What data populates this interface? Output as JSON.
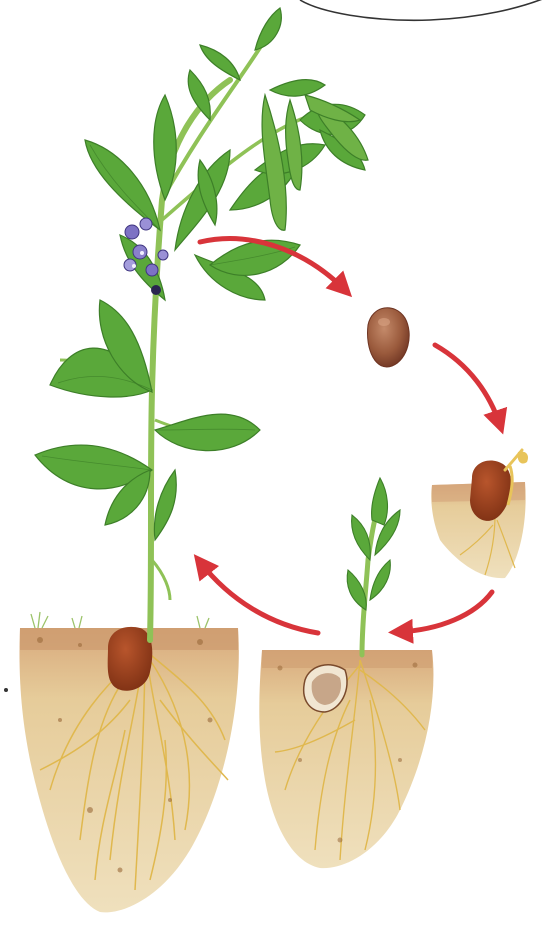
{
  "diagram": {
    "stages": [
      {
        "id": "mature-plant",
        "name": "mature-bean-plant"
      },
      {
        "id": "seed",
        "name": "bean-seed"
      },
      {
        "id": "germinating",
        "name": "germinating-seed"
      },
      {
        "id": "seedling",
        "name": "bean-seedling"
      }
    ],
    "colors": {
      "arrow": "#d8343a",
      "leaf": "#5aa83a",
      "leaf_dark": "#3d7f28",
      "stem": "#8fc257",
      "soil": "#d9b98a",
      "soil_dark": "#b88b58",
      "root": "#e8c45a",
      "seed": "#9a5a3c",
      "seed_dark": "#6e3422",
      "flower": "#5a4e9e"
    }
  }
}
